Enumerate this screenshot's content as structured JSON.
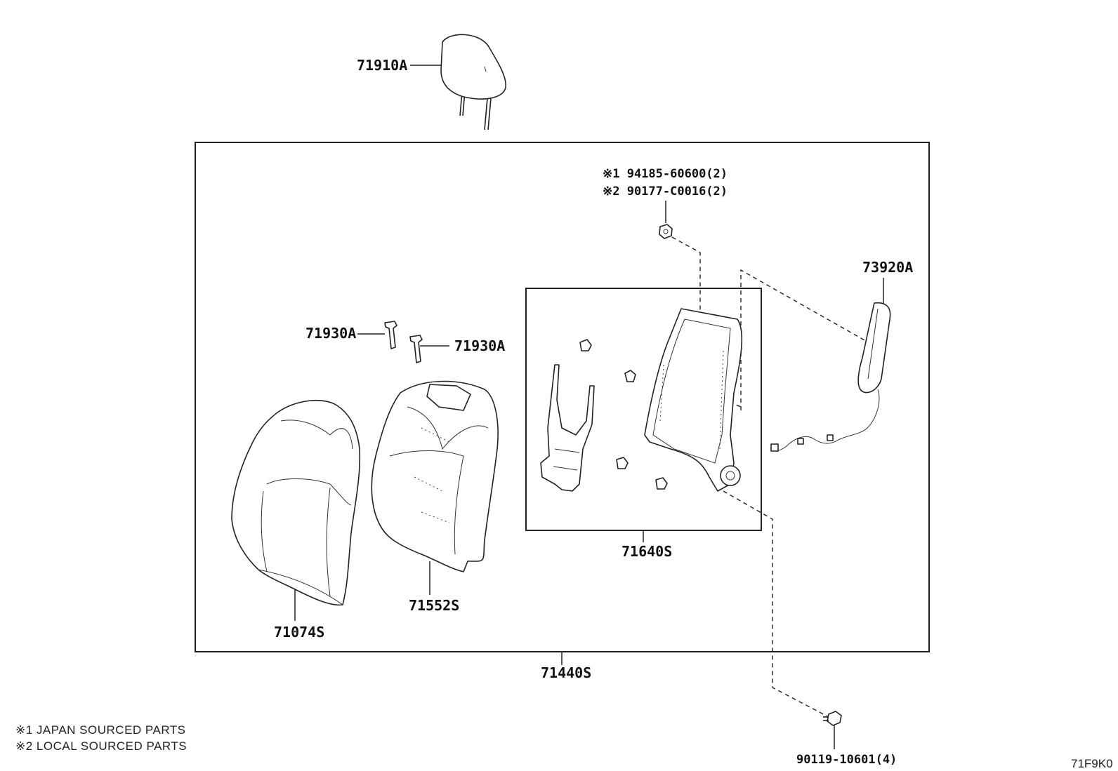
{
  "parts": {
    "headrest": "71910A",
    "seatback_cover": "71074S",
    "seatback_pad": "71552S",
    "frame_sub_assy": "71640S",
    "seatback_assy": "71440S",
    "headrest_support_left": "71930A",
    "headrest_support_right": "71930A",
    "airbag": "73920A",
    "nut_ref1": "※1 94185-60600(2)",
    "nut_ref2": "※2 90177-C0016(2)",
    "bolt": "90119-10601(4)"
  },
  "notes": {
    "note1": "※1 JAPAN SOURCED PARTS",
    "note2": "※2 LOCAL SOURCED PARTS"
  },
  "diagram_code": "71F9K0"
}
